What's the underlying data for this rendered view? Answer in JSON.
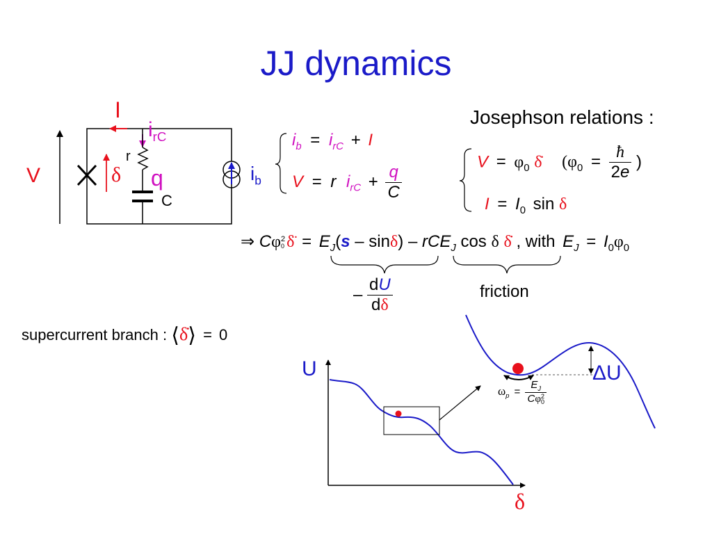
{
  "title": "JJ dynamics",
  "circuit": {
    "I_label": "I",
    "irC_main": "i",
    "irC_sub": "rC",
    "r_label": "r",
    "q_label": "q",
    "C_label": "C",
    "V_label": "V",
    "delta_label": "δ",
    "ib_main": "i",
    "ib_sub": "b"
  },
  "system_eqs": {
    "eq1_lhs_main": "i",
    "eq1_lhs_sub": "b",
    "eq1_eq": "=",
    "eq1_r1_main": "i",
    "eq1_r1_sub": "rC",
    "eq1_plus": "+",
    "eq1_r2": "I",
    "eq2_lhs": "V",
    "eq2_eq": "=",
    "eq2_r": "r",
    "eq2_i_main": "i",
    "eq2_i_sub": "rC",
    "eq2_plus": "+",
    "eq2_num": "q",
    "eq2_den": "C"
  },
  "josephson": {
    "heading": "Josephson relations :",
    "eq1_lhs": "V",
    "eq1_eq": "=",
    "eq1_phi": "φ",
    "eq1_sub": "0",
    "eq1_ddot": "δ̇",
    "eq1_paren_open": "(φ",
    "eq1_paren_sub": "0",
    "eq1_paren_eq": "=",
    "eq1_num": "ħ",
    "eq1_den_2": "2",
    "eq1_den_e": "e",
    "eq1_paren_close": ")",
    "eq2_lhs": "I",
    "eq2_eq": "=",
    "eq2_I0_main": "I",
    "eq2_I0_sub": "0",
    "eq2_sin": "sin",
    "eq2_delta": "δ"
  },
  "equation_of_motion": {
    "implies": "⇒",
    "C": "C",
    "phi": "φ",
    "phi_sup": "2",
    "phi_sub": "0",
    "delta_ddot": "δ̈",
    "eq": "=",
    "EJ_main": "E",
    "EJ_sub": "J",
    "paren_open": "(",
    "s": "s",
    "minus1": "–",
    "sin": "sin",
    "delta1": "δ",
    "paren_close": ")",
    "minus2": "–",
    "rCE_main": "rCE",
    "rCE_sub": "J",
    "cos": "cos",
    "delta2": "δ",
    "delta_dot": "δ̇",
    "with_text": ", with",
    "EJ2_main": "E",
    "EJ2_sub": "J",
    "eq2": "=",
    "I0_main": "I",
    "I0_sub": "0",
    "phi0_main": "φ",
    "phi0_sub": "0"
  },
  "underbrace_left": {
    "minus": "–",
    "num_d": "d",
    "num_U": "U",
    "den_d": "d",
    "den_delta": "δ"
  },
  "friction_label": "friction",
  "supercurrent": {
    "text": "supercurrent branch :",
    "langle": "⟨",
    "delta_dot": "δ̇",
    "rangle": "⟩",
    "eq": "=",
    "zero": "0"
  },
  "potential_plot": {
    "y_label": "U",
    "x_label": "δ"
  },
  "zoom_plot": {
    "delta_U": "ΔU",
    "omega_prefix": "",
    "omega_main": "ω",
    "omega_sub": "p",
    "omega_eq": "=",
    "num_main": "E",
    "num_sub": "J",
    "den_C": "C",
    "den_phi": "φ",
    "den_sup": "2",
    "den_sub": "0"
  },
  "colors": {
    "title": "#1a1ac8",
    "curve": "#1a1ac8",
    "accent_red": "#e8101c",
    "accent_magenta": "#d010c0"
  }
}
